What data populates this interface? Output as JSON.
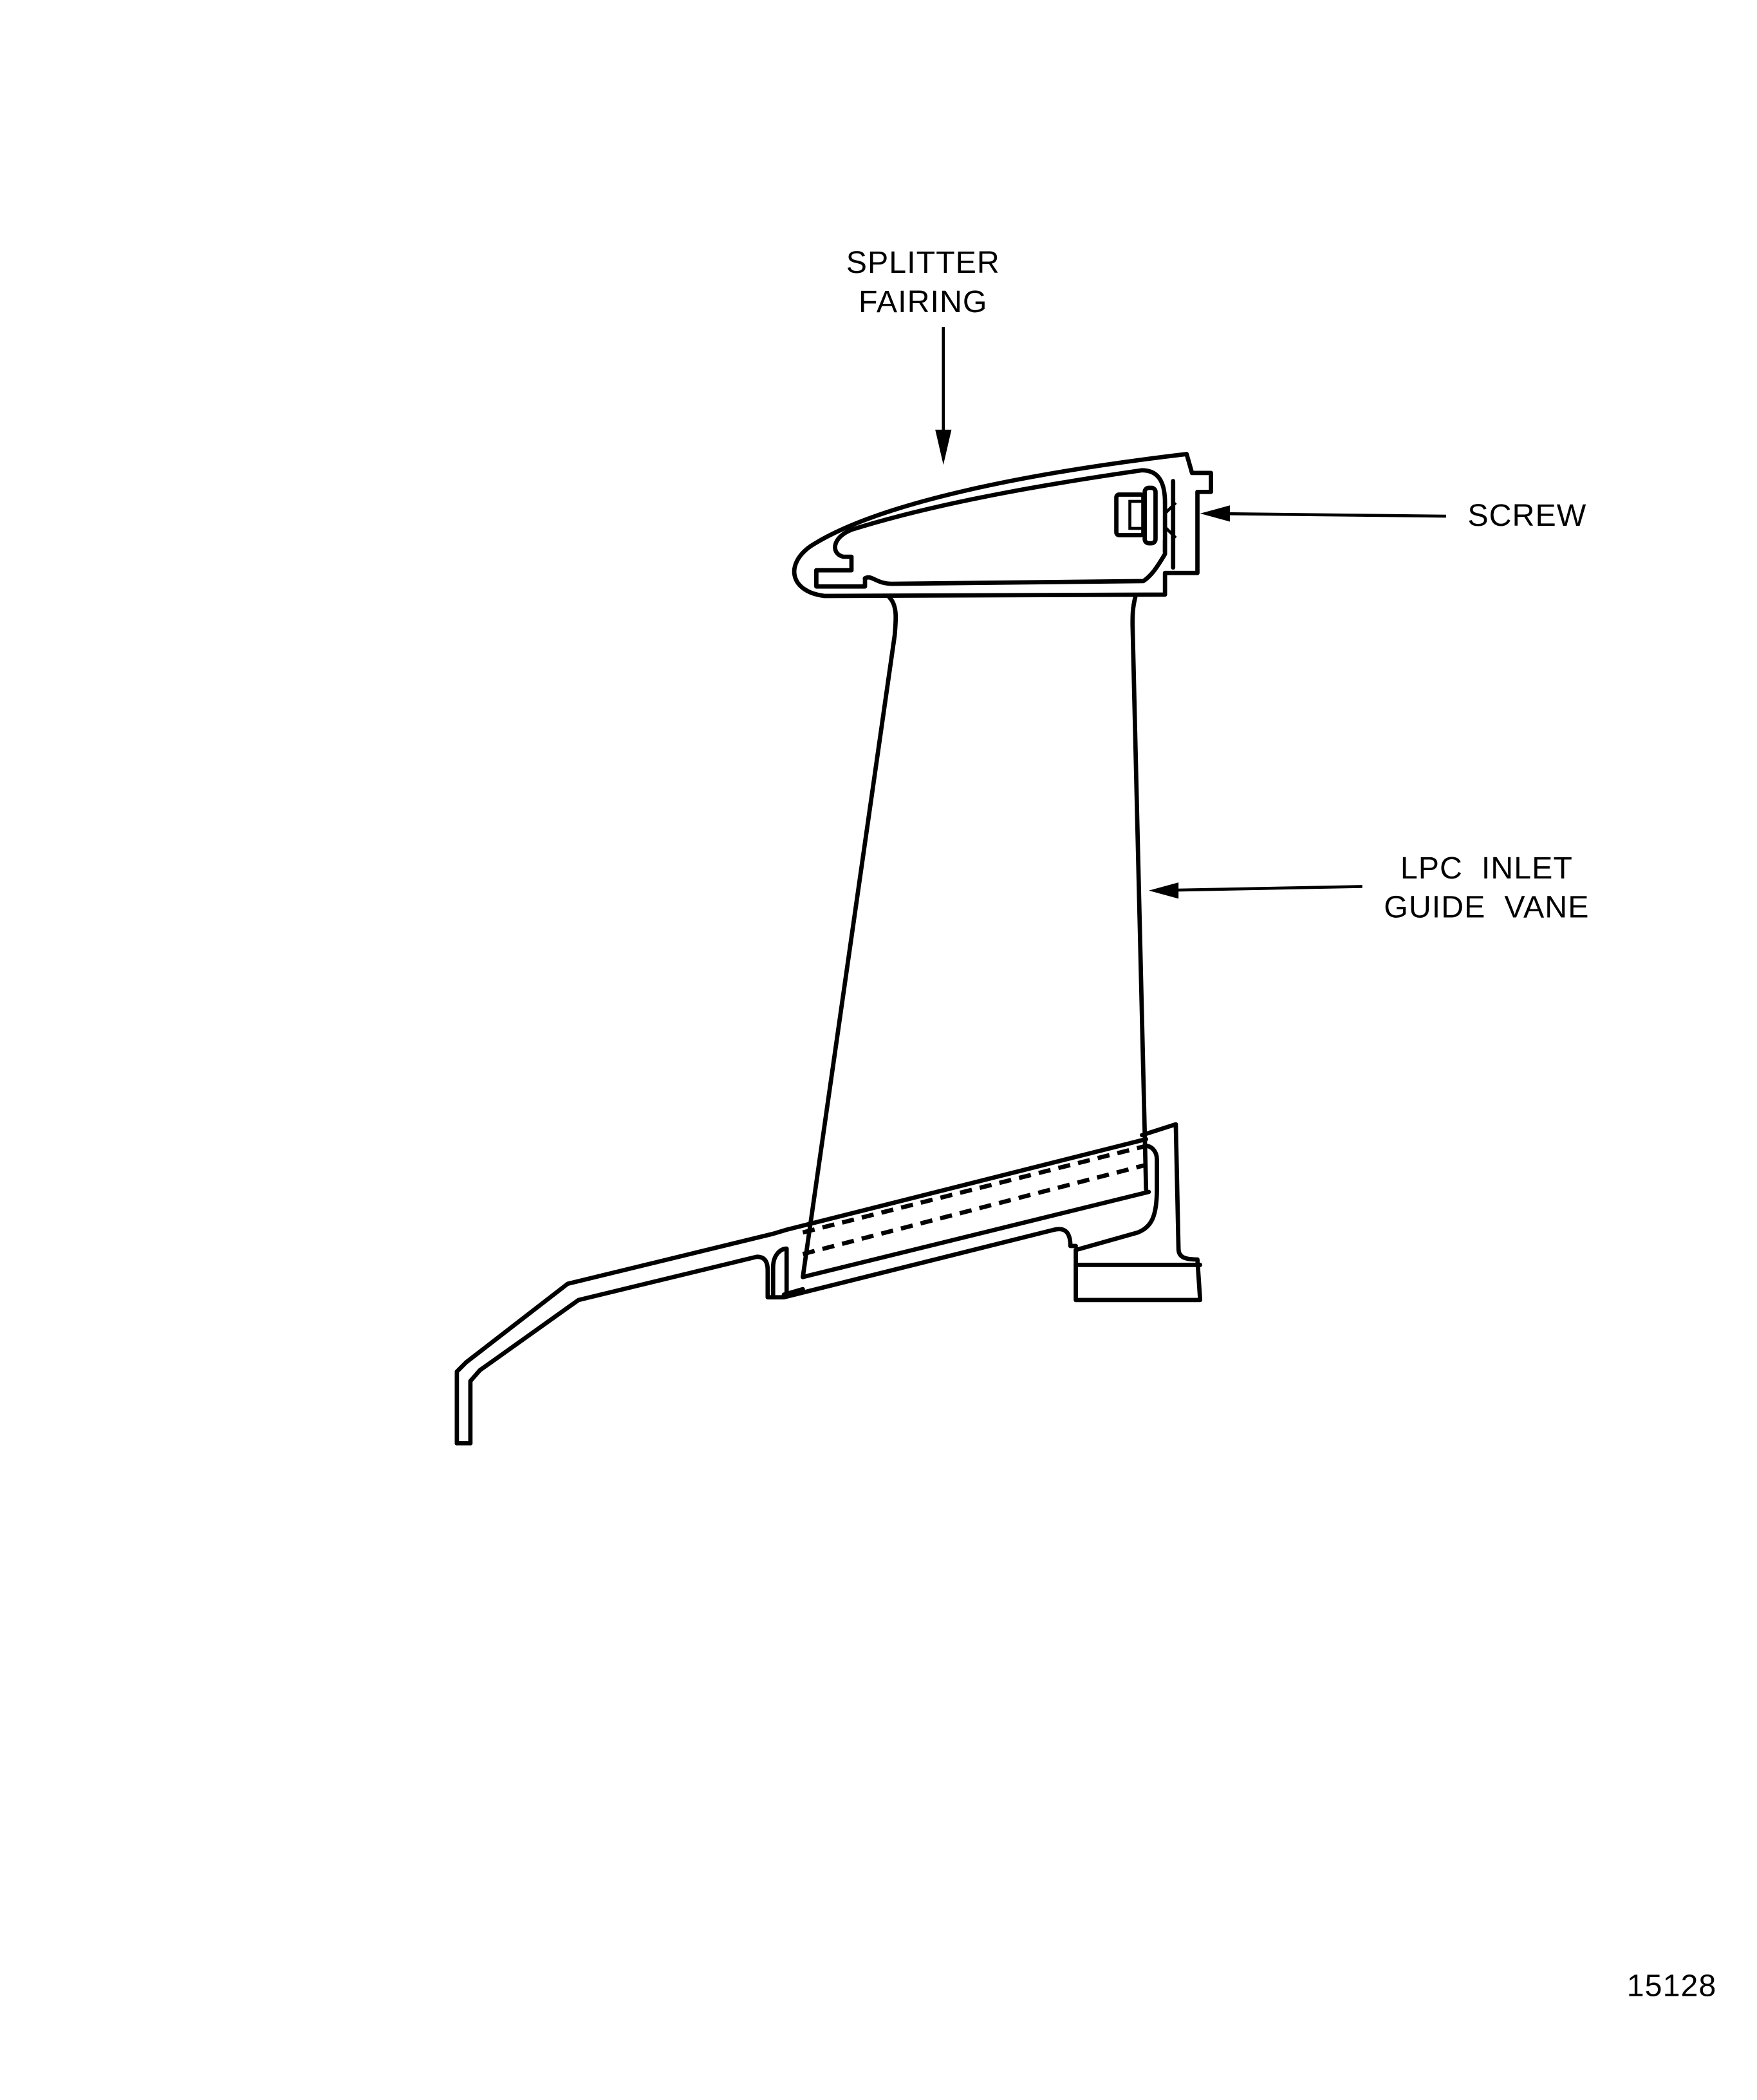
{
  "labels": {
    "splitter_fairing": [
      "SPLITTER",
      "FAIRING"
    ],
    "screw": "SCREW",
    "lpc_inlet_guide_vane": [
      "LPC  INLET",
      "GUIDE  VANE"
    ]
  },
  "figure_number": "15128",
  "colors": {
    "ink": "#000000",
    "background": "#ffffff"
  }
}
